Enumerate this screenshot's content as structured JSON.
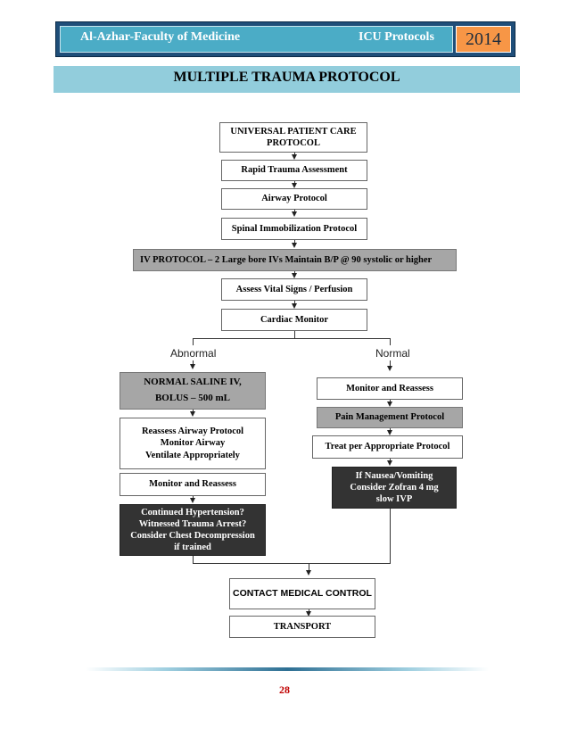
{
  "header": {
    "institution": "Al-Azhar-Faculty of Medicine",
    "section": "ICU Protocols",
    "year": "2014"
  },
  "title": "MULTIPLE TRAUMA PROTOCOL",
  "flow": {
    "universal": "UNIVERSAL PATIENT CARE PROTOCOL",
    "rapid_assessment": "Rapid Trauma Assessment",
    "airway": "Airway Protocol",
    "spinal": "Spinal Immobilization Protocol",
    "iv_protocol": "IV PROTOCOL – 2 Large bore IVs Maintain B/P @ 90 systolic or higher",
    "vitals": "Assess Vital Signs / Perfusion",
    "cardiac": "Cardiac Monitor",
    "abnormal_label": "Abnormal",
    "normal_label": "Normal",
    "abnormal": {
      "saline_line1": "NORMAL SALINE IV,",
      "saline_line2": "BOLUS – 500 mL",
      "reassess_line1": "Reassess Airway Protocol",
      "reassess_line2": "Monitor Airway",
      "reassess_line3": "Ventilate Appropriately",
      "monitor": "Monitor and Reassess",
      "chest_line1": "Continued Hypertension?",
      "chest_line2": "Witnessed Trauma Arrest?",
      "chest_line3": "Consider Chest Decompression",
      "chest_line4": "if trained"
    },
    "normal": {
      "monitor": "Monitor and Reassess",
      "pain": "Pain Management Protocol",
      "treat": "Treat per Appropriate Protocol",
      "nausea_line1": "If Nausea/Vomiting",
      "nausea_line2": "Consider Zofran 4 mg",
      "nausea_line3": "slow IVP"
    },
    "contact": "CONTACT MEDICAL CONTROL",
    "transport": "TRANSPORT"
  },
  "page_number": "28",
  "colors": {
    "header_dark": "#1f4e79",
    "header_accent": "#4bacc6",
    "year_badge": "#f79646",
    "title_bar": "#92cddc",
    "box_gray": "#a6a6a6",
    "box_dark": "#333333",
    "page_number": "#c00000"
  }
}
